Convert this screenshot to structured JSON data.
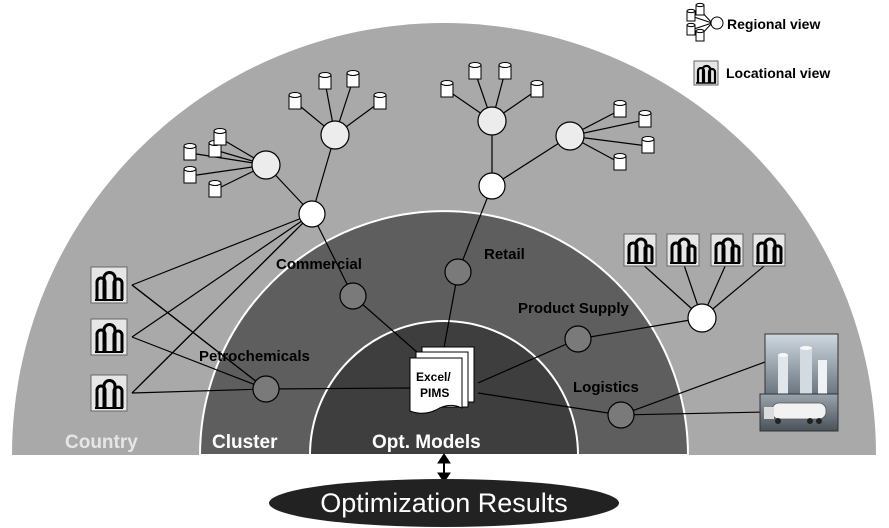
{
  "legend": {
    "regional_label": "Regional view",
    "locational_label": "Locational view"
  },
  "rings": {
    "outer": "Country",
    "middle": "Cluster",
    "inner": "Opt. Models"
  },
  "segments": {
    "commercial": "Commercial",
    "retail": "Retail",
    "product_supply": "Product Supply",
    "petrochemicals": "Petrochemicals",
    "logistics": "Logistics"
  },
  "core": {
    "line1": "Excel/",
    "line2": "PIMS"
  },
  "results": {
    "label": "Optimization Results"
  },
  "colors": {
    "background": "#ffffff",
    "country_ring": "#a9a9a9",
    "cluster_ring": "#5e5e5e",
    "opt_ring": "#3e3e3e",
    "dark_node": "#7a7a7a",
    "light_node": "#ffffff",
    "oval": "#222222"
  },
  "icons": [
    "regional-view-icon",
    "locational-view-icon",
    "tank-icon",
    "plant-icon",
    "refinery-photo-icon",
    "truck-photo-icon"
  ]
}
